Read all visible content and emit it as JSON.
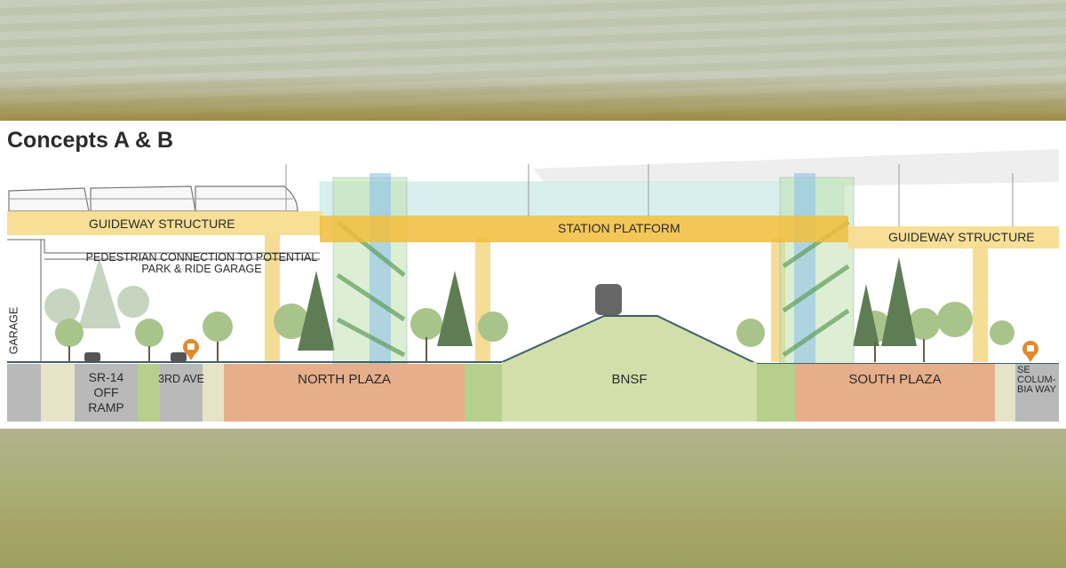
{
  "title": "Concepts A & B",
  "labels": {
    "guideway_left": "GUIDEWAY STRUCTURE",
    "station_platform": "STATION PLATFORM",
    "guideway_right": "GUIDEWAY STRUCTURE",
    "pedestrian_connection": "PEDESTRIAN CONNECTION TO POTENTIAL",
    "pedestrian_connection_2": "PARK & RIDE GARAGE",
    "garage": "GARAGE"
  },
  "segments": {
    "sr14": "SR-14",
    "sr14_2": "OFF RAMP",
    "third_ave": "3RD AVE",
    "north_plaza": "NORTH PLAZA",
    "bnsf": "BNSF",
    "south_plaza": "SOUTH PLAZA",
    "se_columbia_1": "SE",
    "se_columbia_2": "COLUM-",
    "se_columbia_3": "BIA WAY"
  },
  "colors": {
    "road": "#b9b9b9",
    "sidewalk": "#e6e3c9",
    "planting": "#b7cf8c",
    "plaza": "#e6ae8a",
    "berm": "#d2dfaa",
    "guideway": "#f6dc8c",
    "platform": "#f1bd3a",
    "bus": "#e08a2a"
  }
}
